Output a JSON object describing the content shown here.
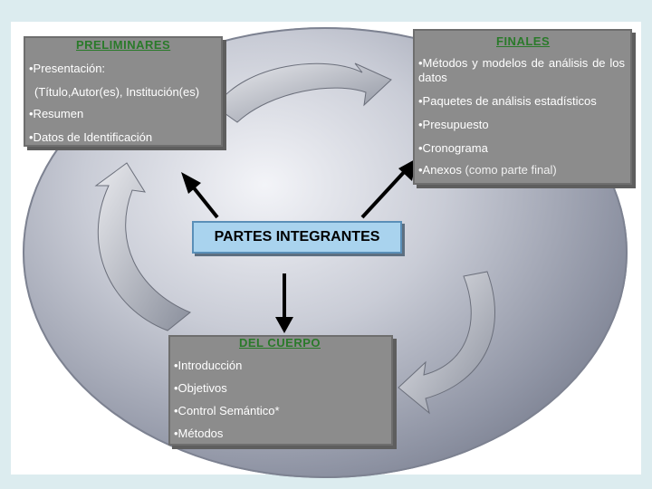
{
  "center": {
    "label": "PARTES INTEGRANTES"
  },
  "preliminares": {
    "title": "PRELIMINARES",
    "items": [
      "•Presentación:",
      "(Título,Autor(es), Institución(es)",
      "•Resumen",
      "•Datos de Identificación"
    ]
  },
  "finales": {
    "title": "FINALES",
    "items": [
      "•Métodos y modelos de análisis de los datos",
      "•Paquetes de análisis estadísticos",
      "•Presupuesto",
      "•Cronograma",
      "•Anexos",
      "(como parte final)"
    ]
  },
  "cuerpo": {
    "title": "DEL CUERPO",
    "items": [
      "•Introducción",
      "•Objetivos",
      "•Control Semántico*",
      "•Métodos"
    ]
  },
  "colors": {
    "background": "#dcecef",
    "box_fill": "#8c8c8c",
    "title_green": "#2a7a2a",
    "center_fill": "#a9d3ee"
  }
}
